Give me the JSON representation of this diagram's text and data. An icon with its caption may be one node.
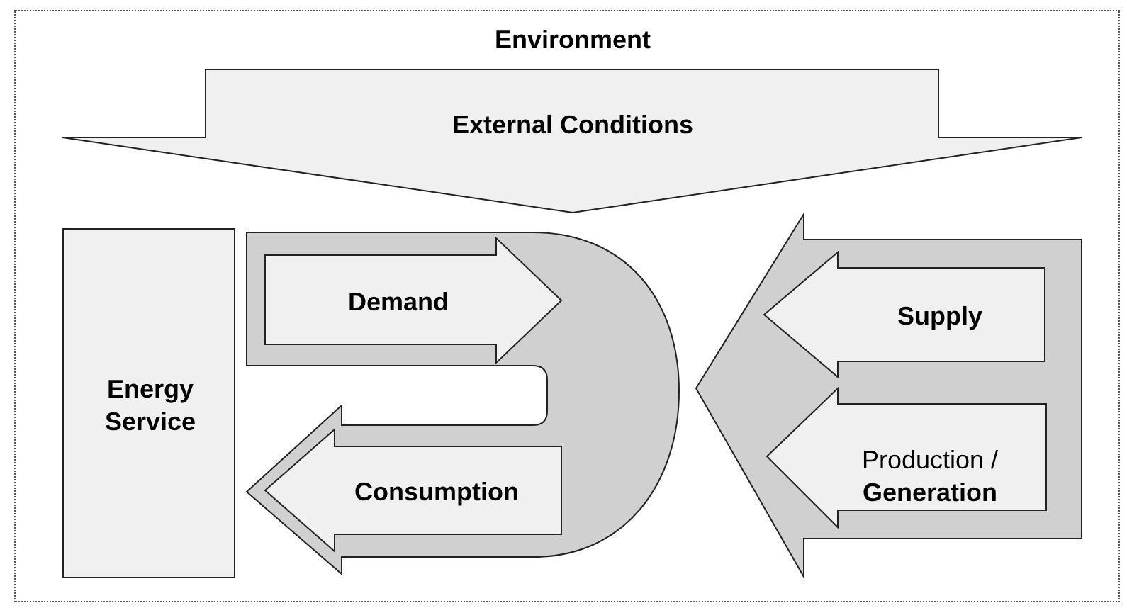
{
  "diagram": {
    "nodes": [
      {
        "text": [
          "Environment"
        ]
      },
      {
        "text": [
          "External Conditions"
        ],
        "in": 0
      },
      {
        "text": [
          "Energy Service"
        ],
        "in": 0
      },
      {
        "text": [],
        "shape": "arrow",
        "in": 0
      },
      {
        "text": [
          "Demand"
        ],
        "in": 3
      },
      {
        "text": [
          "Consumption"
        ],
        "in": 3
      },
      {
        "text": [],
        "shape": "arrow",
        "in": 0
      },
      {
        "text": [
          "Supply"
        ],
        "in": 6
      },
      {
        "text": [
          "Production / **Generation**"
        ],
        "in": 6
      }
    ]
  }
}
